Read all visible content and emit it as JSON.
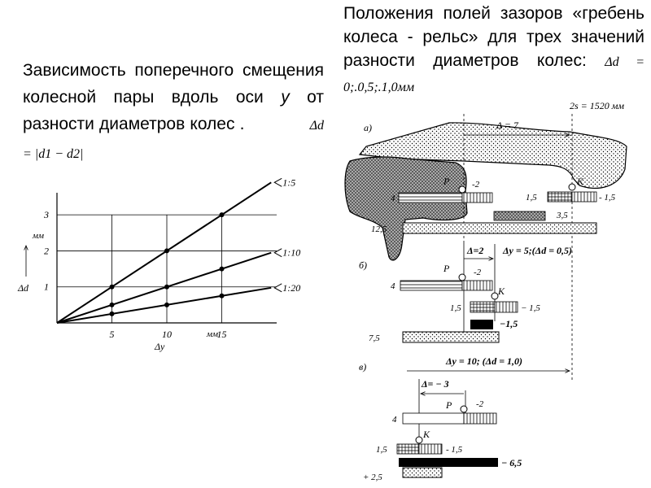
{
  "left_text": {
    "para": "Зависимость поперечного смещения колесной пары вдоль оси",
    "axis_var": "y",
    "para2": "от разности диаметров колес .",
    "formula": "Δd = |d1 − d2|"
  },
  "right_text": {
    "para": "Положения полей зазоров «гребень колеса - рельс» для трех значений разности диаметров колес:",
    "formula": "Δd = 0;.0,5;.1,0мм",
    "gauge": "2s = 1520 мм"
  },
  "chart_data": {
    "type": "line",
    "x_label": "Δy",
    "x_unit": "мм",
    "y_label": "Δd",
    "y_unit": "мм",
    "x_ticks": [
      "5",
      "10",
      "15"
    ],
    "y_ticks": [
      "1",
      "2",
      "3"
    ],
    "xlim": [
      0,
      20
    ],
    "ylim": [
      0,
      3.5
    ],
    "grid": true,
    "series": [
      {
        "name": "1:5",
        "x": [
          5,
          10,
          15
        ],
        "y": [
          1,
          2,
          3
        ]
      },
      {
        "name": "1:10",
        "x": [
          5,
          10,
          15
        ],
        "y": [
          0.5,
          1,
          1.5
        ]
      },
      {
        "name": "1:20",
        "x": [
          5,
          10,
          15
        ],
        "y": [
          0.25,
          0.5,
          0.75
        ]
      }
    ]
  },
  "diagram": {
    "a": {
      "label": "а)",
      "delta": "Δ = 7",
      "p": "P",
      "p_val": "-2",
      "k": "К",
      "left_val": "4",
      "k_left": "1,5",
      "k_right": "- 1,5",
      "mid": "3,5",
      "bottom": "12,5"
    },
    "b": {
      "label": "б)",
      "delta": "Δ=2",
      "shift": "Δy = 5;(Δd = 0,5)",
      "p": "P",
      "p_val": "-2",
      "left_val": "4",
      "k": "К",
      "k_left": "1,5",
      "k_right": "− 1,5",
      "mid": "−1,5",
      "bottom": "7,5"
    },
    "c": {
      "label": "в)",
      "shift": "Δy = 10; (Δd = 1,0)",
      "delta": "Δ= − 3",
      "p": "P",
      "p_val": "-2",
      "left_val": "4",
      "k": "К",
      "k_left": "1,5",
      "k_right": "- 1,5",
      "mid": "− 6,5",
      "bottom": "+ 2,5"
    }
  }
}
